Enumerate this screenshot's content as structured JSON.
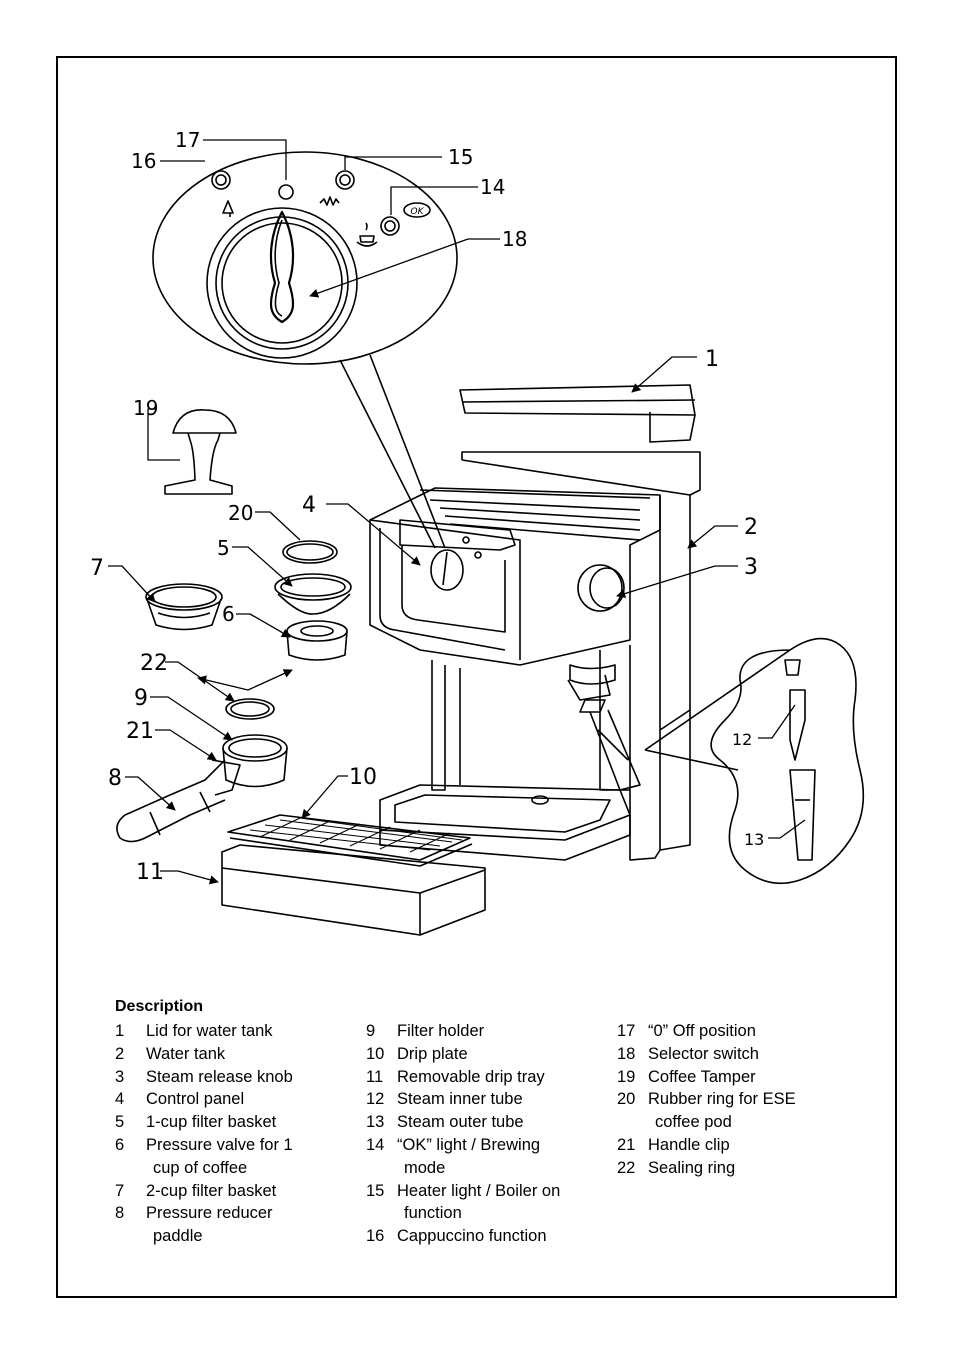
{
  "callouts": {
    "n1": "1",
    "n2": "2",
    "n3": "3",
    "n4": "4",
    "n5": "5",
    "n6": "6",
    "n7": "7",
    "n8": "8",
    "n9": "9",
    "n10": "10",
    "n11": "11",
    "n12": "12",
    "n13": "13",
    "n14": "14",
    "n15": "15",
    "n16": "16",
    "n17": "17",
    "n18": "18",
    "n19": "19",
    "n20": "20",
    "n21": "21",
    "n22": "22"
  },
  "panel_ok_label": "OK",
  "description": {
    "title": "Description",
    "columns": [
      [
        {
          "num": "1",
          "text": "Lid for water tank"
        },
        {
          "num": "2",
          "text": "Water tank"
        },
        {
          "num": "3",
          "text": "Steam release knob"
        },
        {
          "num": "4",
          "text": "Control panel"
        },
        {
          "num": "5",
          "text": "1-cup filter basket"
        },
        {
          "num": "6",
          "text": "Pressure valve for 1",
          "cont": "cup of coffee"
        },
        {
          "num": "7",
          "text": "2-cup filter basket"
        },
        {
          "num": "8",
          "text": "Pressure reducer",
          "cont": "paddle"
        }
      ],
      [
        {
          "num": "9",
          "text": "Filter holder"
        },
        {
          "num": "10",
          "text": "Drip plate"
        },
        {
          "num": "11",
          "text": "Removable drip tray"
        },
        {
          "num": "12",
          "text": "Steam inner tube"
        },
        {
          "num": "13",
          "text": "Steam outer tube"
        },
        {
          "num": "14",
          "text": "“OK” light / Brewing",
          "cont": "mode"
        },
        {
          "num": "15",
          "text": "Heater light / Boiler on",
          "cont": "function"
        },
        {
          "num": "16",
          "text": "Cappuccino function"
        }
      ],
      [
        {
          "num": "17",
          "text": "“0” Off position"
        },
        {
          "num": "18",
          "text": "Selector switch"
        },
        {
          "num": "19",
          "text": "Coffee Tamper"
        },
        {
          "num": "20",
          "text": "Rubber ring for ESE",
          "cont": "coffee pod"
        },
        {
          "num": "21",
          "text": "Handle clip"
        },
        {
          "num": "22",
          "text": "Sealing ring"
        }
      ]
    ]
  }
}
